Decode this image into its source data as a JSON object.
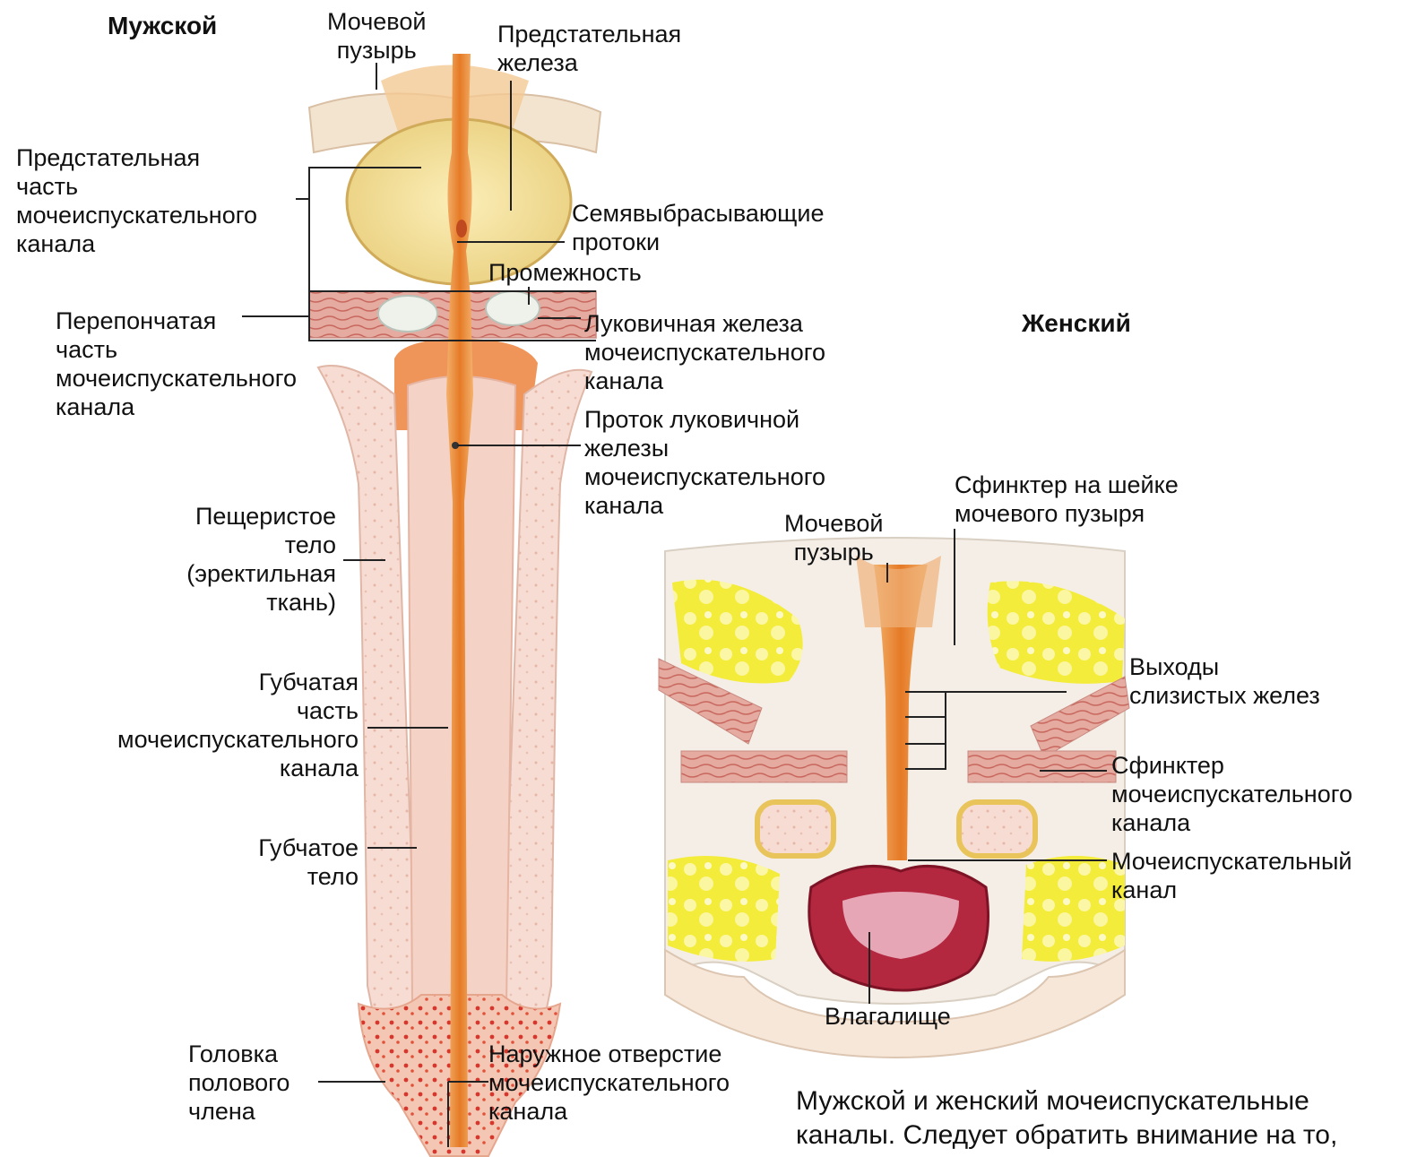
{
  "headings": {
    "male": "Мужской",
    "female": "Женский"
  },
  "male_labels": {
    "bladder": "Мочевой\nпузырь",
    "prostate": "Предстательная\nжелеза",
    "prostatic_urethra": "Предстательная\nчасть\nмочеиспускательного\nканала",
    "ejaculatory_ducts": "Семявыбрасывающие\nпротоки",
    "perineum": "Промежность",
    "membranous_urethra": "Перепончатая\nчасть\nмочеиспускательного\nканала",
    "bulbourethral_gland": "Луковичная железа\nмочеиспускательного\nканала",
    "bulbourethral_duct": "Проток луковичной\nжелезы\nмочеиспускательного\nканала",
    "cavernous_body": "Пещеристое\nтело\n(эректильная\nткань)",
    "spongy_urethra": "Губчатая\nчасть\nмочеиспускательного\nканала",
    "spongy_body": "Губчатое\nтело",
    "glans": "Головка\nполового\nчлена",
    "external_orifice": "Наружное отверстие\nмочеиспускательного\nканала"
  },
  "female_labels": {
    "sphincter_bladder_neck": "Сфинктер на шейке\nмочевого пузыря",
    "bladder": "Мочевой\nпузырь",
    "mucous_gland_outlets": "Выходы\nслизистых желез",
    "urethral_sphincter": "Сфинктер\nмочеиспускательного\nканала",
    "urethra": "Мочеиспускательный\nканал",
    "vagina": "Влагалище"
  },
  "caption": "Мужской и женский мочеиспускательные\nканалы. Следует обратить внимание на то,",
  "colors": {
    "urethra": "#e8842e",
    "tissue": "#f6dccf",
    "prostate": "#f3e3a6",
    "fat": "#f5ef3c",
    "muscle": "#d9958c",
    "vagina": "#b3273f"
  }
}
